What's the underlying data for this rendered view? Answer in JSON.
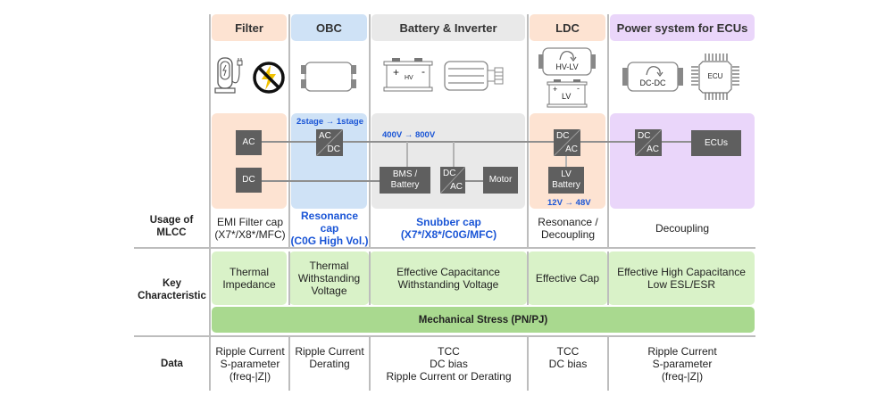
{
  "columns": [
    {
      "id": "filter",
      "title": "Filter",
      "color": "#fde3d2"
    },
    {
      "id": "obc",
      "title": "OBC",
      "color": "#cfe2f6"
    },
    {
      "id": "battery_inverter",
      "title": "Battery & Inverter",
      "color": "#e9e9e9"
    },
    {
      "id": "ldc",
      "title": "LDC",
      "color": "#fde3d2"
    },
    {
      "id": "ecu_power",
      "title": "Power system for ECUs",
      "color": "#ead6fa"
    }
  ],
  "icons": {
    "filter": [
      "charging-station-icon",
      "no-lightning-icon"
    ],
    "obc": [
      "converter-module-icon"
    ],
    "battery_inverter": [
      "hv-battery-icon",
      "motor-icon"
    ],
    "ldc": [
      "hv-lv-converter-icon",
      "lv-battery-icon"
    ],
    "ecu_power": [
      "dc-dc-converter-icon",
      "ecu-chip-icon"
    ]
  },
  "icon_labels": {
    "hv_battery": "HV",
    "hv_battery_plus": "+",
    "hv_battery_minus": "-",
    "hv_lv": "HV-LV",
    "lv_battery": "LV",
    "lv_plus": "+",
    "lv_minus": "-",
    "dc_dc": "DC-DC",
    "ecu": "ECU"
  },
  "diagram": {
    "ac_source": "AC",
    "dc_source": "DC",
    "obc_conv": {
      "top": "AC",
      "bottom": "DC"
    },
    "obc_note": "2stage → 1stage",
    "hv_note": "400V → 800V",
    "bms": "BMS / Battery",
    "inverter": {
      "top": "DC",
      "bottom": "AC"
    },
    "motor": "Motor",
    "ldc_conv": {
      "top": "DC",
      "bottom": "AC"
    },
    "lv_battery": "LV Battery",
    "lv_note": "12V → 48V",
    "ecu_conv": {
      "top": "DC",
      "bottom": "AC"
    },
    "ecus": "ECUs"
  },
  "rows": {
    "usage": {
      "label": "Usage of MLCC",
      "cells": [
        {
          "text": "EMI Filter cap\n(X7*/X8*/MFC)",
          "highlight": false
        },
        {
          "text": "Resonance cap\n(C0G High Vol.)",
          "highlight": true
        },
        {
          "text": "Snubber cap\n(X7*/X8*/C0G/MFC)",
          "highlight": true
        },
        {
          "text": "Resonance /\nDecoupling",
          "highlight": false
        },
        {
          "text": "Decoupling",
          "highlight": false
        }
      ]
    },
    "key": {
      "label": "Key Characteristic",
      "cells": [
        {
          "text": "Thermal\nImpedance"
        },
        {
          "text": "Thermal\nWithstanding\nVoltage"
        },
        {
          "text": "Effective Capacitance\nWithstanding Voltage"
        },
        {
          "text": "Effective Cap"
        },
        {
          "text": "Effective High Capacitance\nLow ESL/ESR"
        }
      ],
      "shared": "Mechanical Stress (PN/PJ)"
    },
    "data": {
      "label": "Data",
      "cells": [
        {
          "text": "Ripple Current\nS-parameter\n(freq-|Z|)"
        },
        {
          "text": "Ripple Current\nDerating"
        },
        {
          "text": "TCC\nDC bias\nRipple Current or Derating"
        },
        {
          "text": "TCC\nDC bias"
        },
        {
          "text": "Ripple Current\nS-parameter\n(freq-|Z|)"
        }
      ]
    }
  },
  "colors": {
    "highlight_text": "#1a55d6",
    "block": "#5f5f5f",
    "key_green": "#d9f2c8",
    "shared_green": "#a9d98f"
  }
}
